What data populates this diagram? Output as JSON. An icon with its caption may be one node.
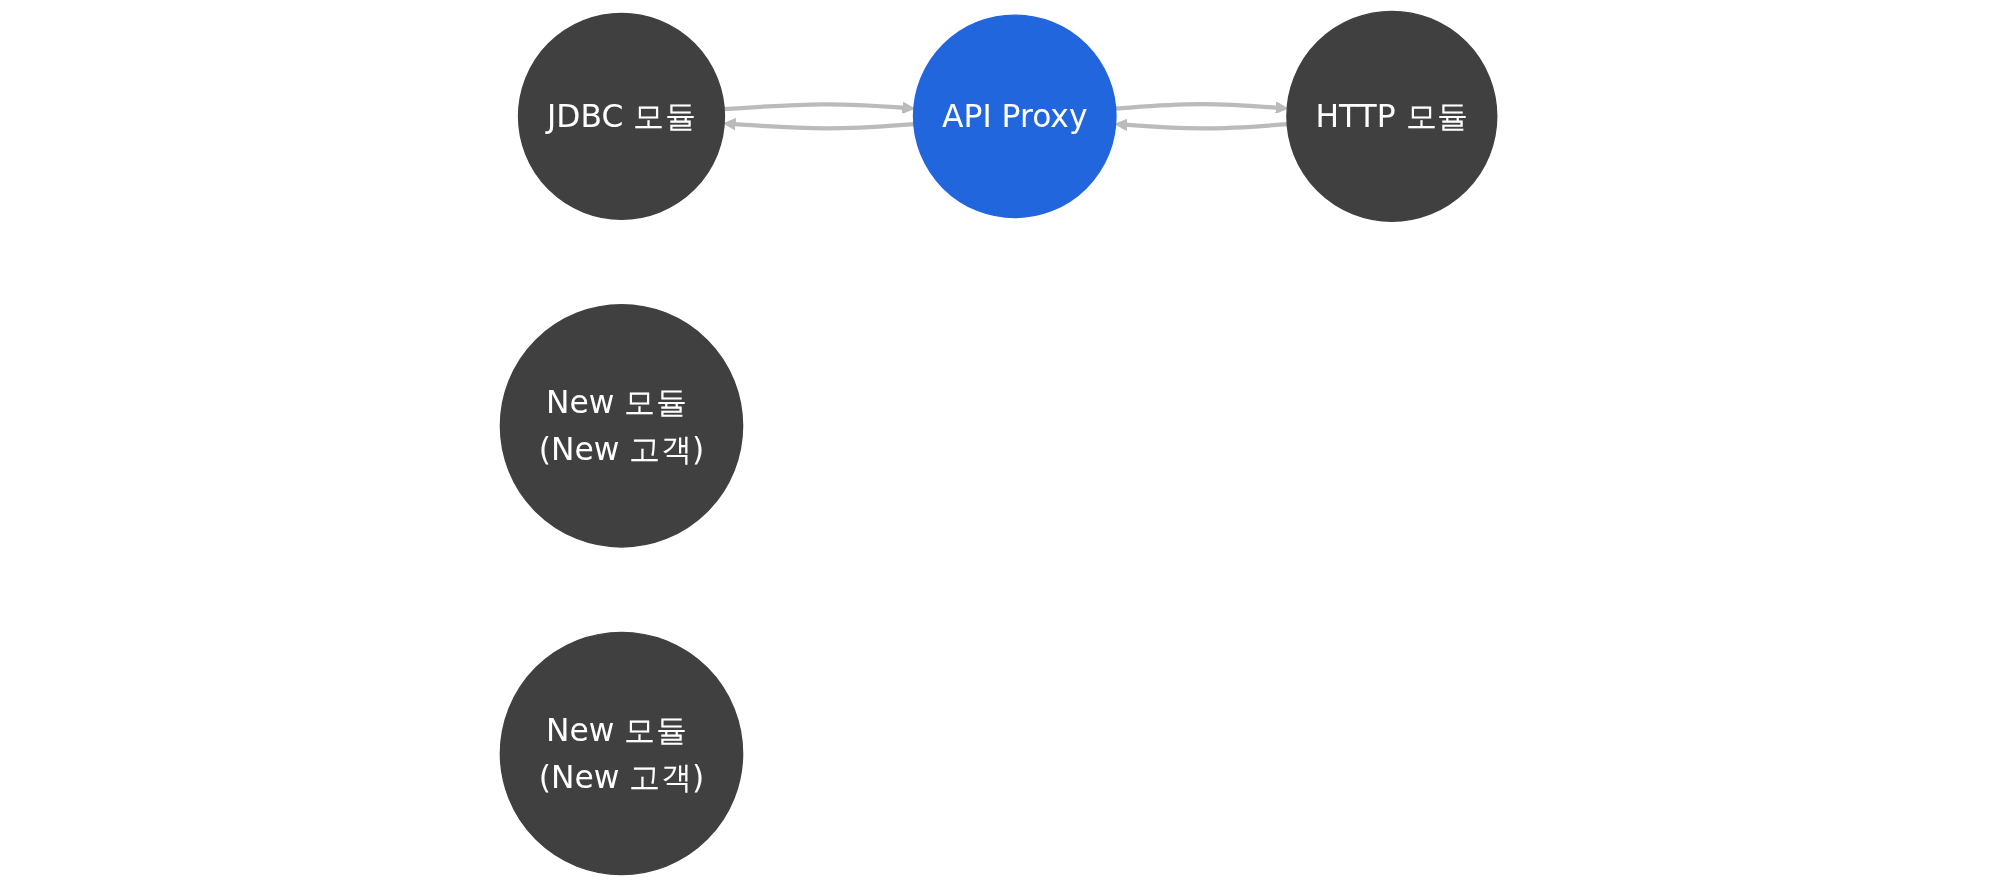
{
  "diagram": {
    "nodes": [
      {
        "text": [
          "JDBC 모듈"
        ]
      },
      {
        "text": [
          "API Proxy"
        ]
      },
      {
        "text": [
          "HTTP 모듈"
        ]
      },
      {
        "text": [
          "New 모듈 (New 고객)"
        ]
      },
      {
        "text": [
          "New 모듈 (New 고객)"
        ]
      }
    ],
    "edges": [
      {
        "from": 0,
        "to": 1,
        "arrow": "to"
      },
      {
        "from": 1,
        "to": 0,
        "arrow": "to"
      },
      {
        "from": 1,
        "to": 2,
        "arrow": "to"
      },
      {
        "from": 2,
        "to": 1,
        "arrow": "to"
      }
    ]
  }
}
